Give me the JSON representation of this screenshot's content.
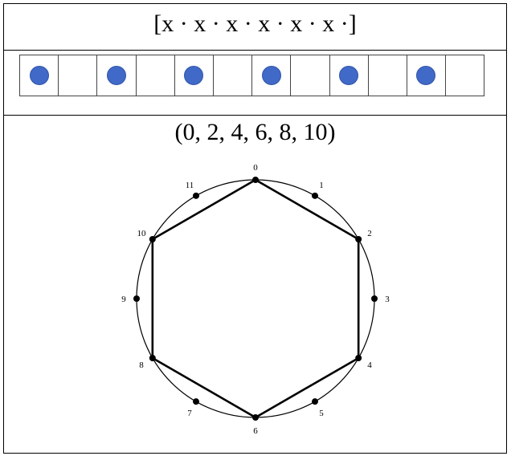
{
  "pattern_text": "[x · x · x · x · x · x ·]",
  "grid": {
    "cells": 12,
    "filled": [
      0,
      2,
      4,
      6,
      8,
      10
    ],
    "dot_color": "#4169c8"
  },
  "set_text": "(0, 2, 4, 6, 8, 10)",
  "clock": {
    "labels": [
      "0",
      "1",
      "2",
      "3",
      "4",
      "5",
      "6",
      "7",
      "8",
      "9",
      "10",
      "11"
    ],
    "polygon": [
      0,
      2,
      4,
      6,
      8,
      10
    ]
  }
}
